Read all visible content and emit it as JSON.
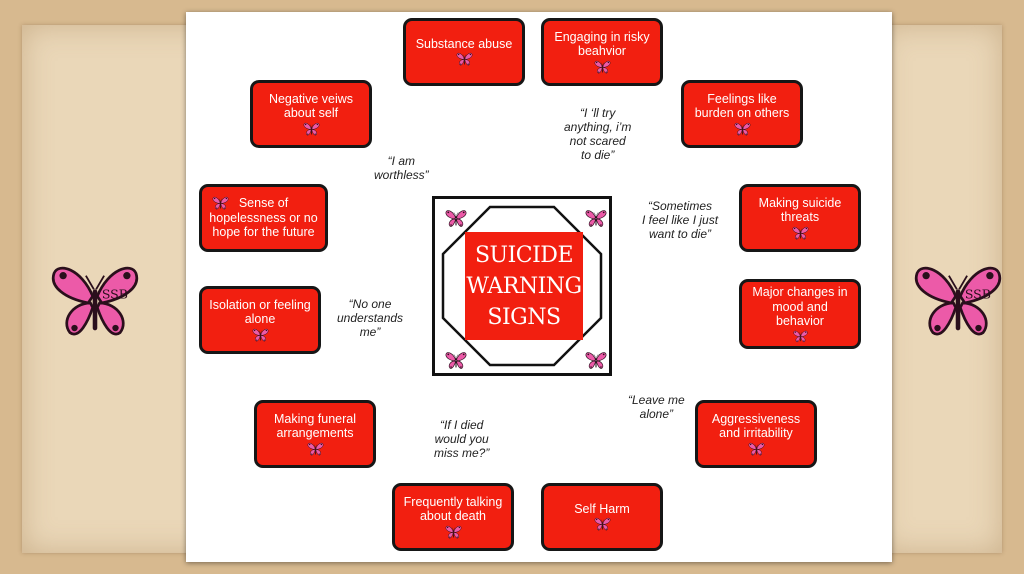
{
  "title_lines": [
    "SUICIDE",
    "WARNING",
    "SIGNS"
  ],
  "logo_text": "SSB",
  "colors": {
    "card": "#f21f10",
    "border": "#161616",
    "butterfly": "#ec5aa8",
    "butterfly_dark": "#b02a78"
  },
  "cards": {
    "substance": "Substance abuse",
    "risky": "Engaging in risky beahvior",
    "negative": "Negative veiws about self",
    "burden": "Feelings like burden on others",
    "hopeless": "Sense of hopelessness or no hope for the future",
    "threats": "Making suicide threats",
    "isolation": "Isolation or feeling alone",
    "mood": "Major changes in mood and behavior",
    "funeral": "Making funeral arrangements",
    "aggressive": "Aggressiveness and irritability",
    "death_talk": "Frequently talking about death",
    "self_harm": "Self Harm"
  },
  "quotes": {
    "try_anything": [
      "“I ‘ll try",
      "anything, i’m",
      "not scared",
      "to die”"
    ],
    "worthless": [
      "“I am",
      "worthless”"
    ],
    "sometimes": [
      "“Sometimes",
      "I feel like I just",
      "want to die”"
    ],
    "no_one": [
      "“No one",
      "understands",
      "me”"
    ],
    "leave_me": [
      "“Leave me",
      "alone”"
    ],
    "if_i_died": [
      "“If I died",
      "would you",
      "miss me?”"
    ]
  }
}
